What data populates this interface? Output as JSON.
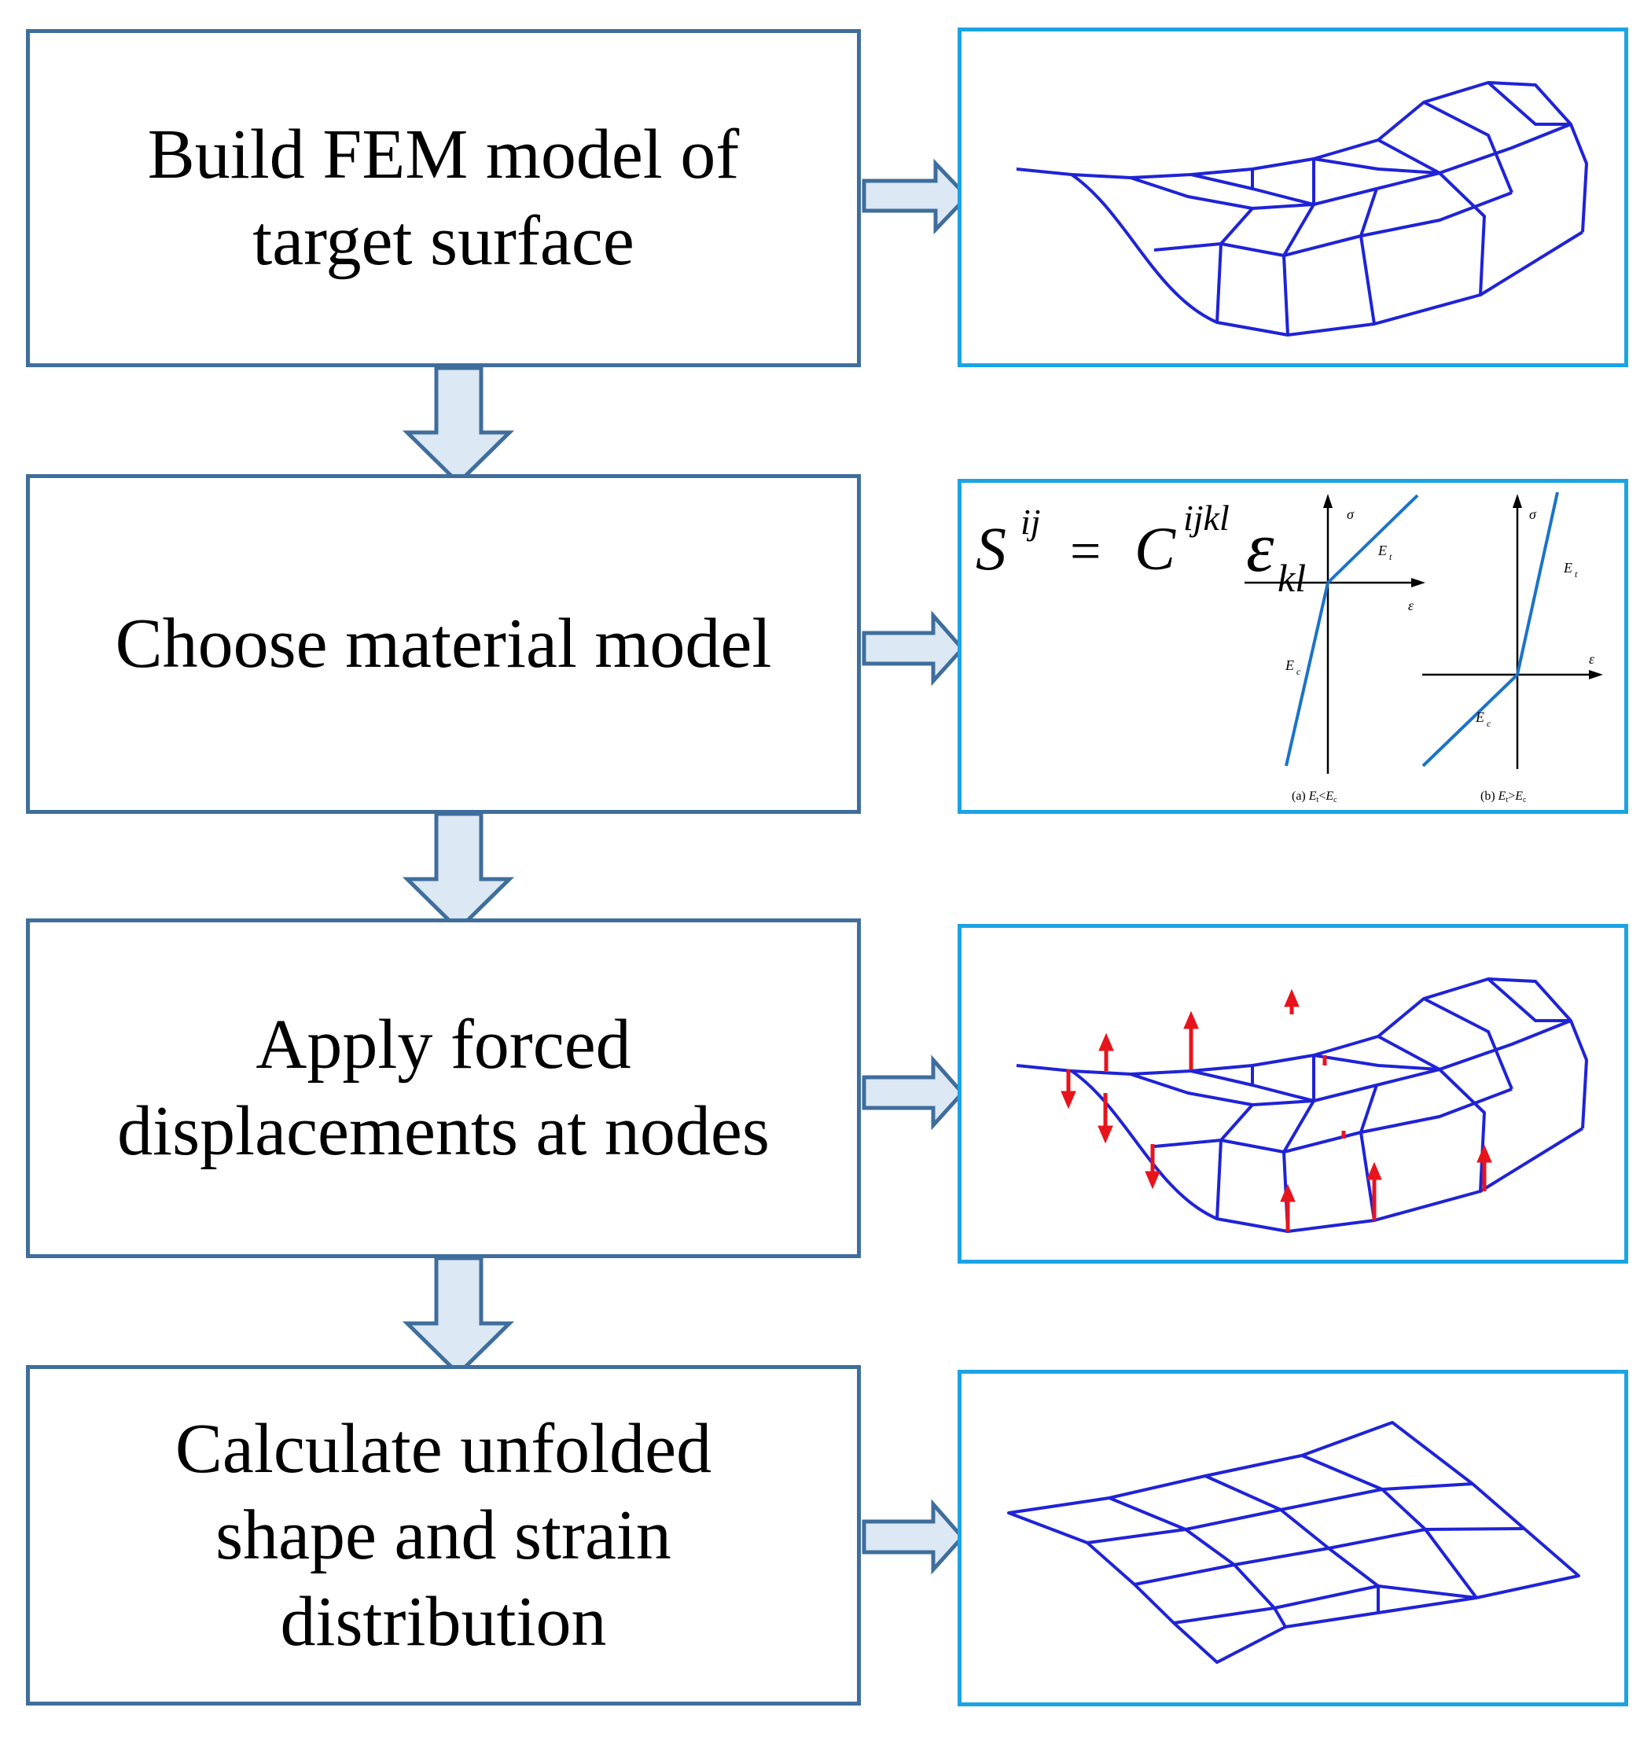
{
  "steps": [
    {
      "label": "Build FEM model of\ntarget surface"
    },
    {
      "label": "Choose material model"
    },
    {
      "label": "Apply forced\ndisplacements at nodes"
    },
    {
      "label": "Calculate unfolded\nshape and strain\ndistribution"
    }
  ],
  "equation": {
    "S": "S",
    "S_sup": "ij",
    "eq": "=",
    "C": "C",
    "C_sup": "ijkl",
    "eps": "ε",
    "eps_sub": "kl"
  },
  "material_plots": {
    "plot_a": {
      "y_axis": "σ",
      "x_axis": "ε",
      "upper_label": "E",
      "upper_sub": "t",
      "lower_label": "E",
      "lower_sub": "c",
      "caption": "(a) ",
      "caption_e1": "E",
      "caption_s1": "t",
      "caption_op": "<",
      "caption_e2": "E",
      "caption_s2": "c"
    },
    "plot_b": {
      "y_axis": "σ",
      "x_axis": "ε",
      "upper_label": "E",
      "upper_sub": "t",
      "lower_label": "E",
      "lower_sub": "c",
      "caption": "(b) ",
      "caption_e1": "E",
      "caption_s1": "t",
      "caption_op": ">",
      "caption_e2": "E",
      "caption_s2": "c"
    }
  },
  "colors": {
    "step_border": "#3F6E9C",
    "arrow_fill": "#DCE8F4",
    "panel_border": "#1CA3E4",
    "mesh": "#1F23D6",
    "displacement_arrow": "#E8141C"
  }
}
